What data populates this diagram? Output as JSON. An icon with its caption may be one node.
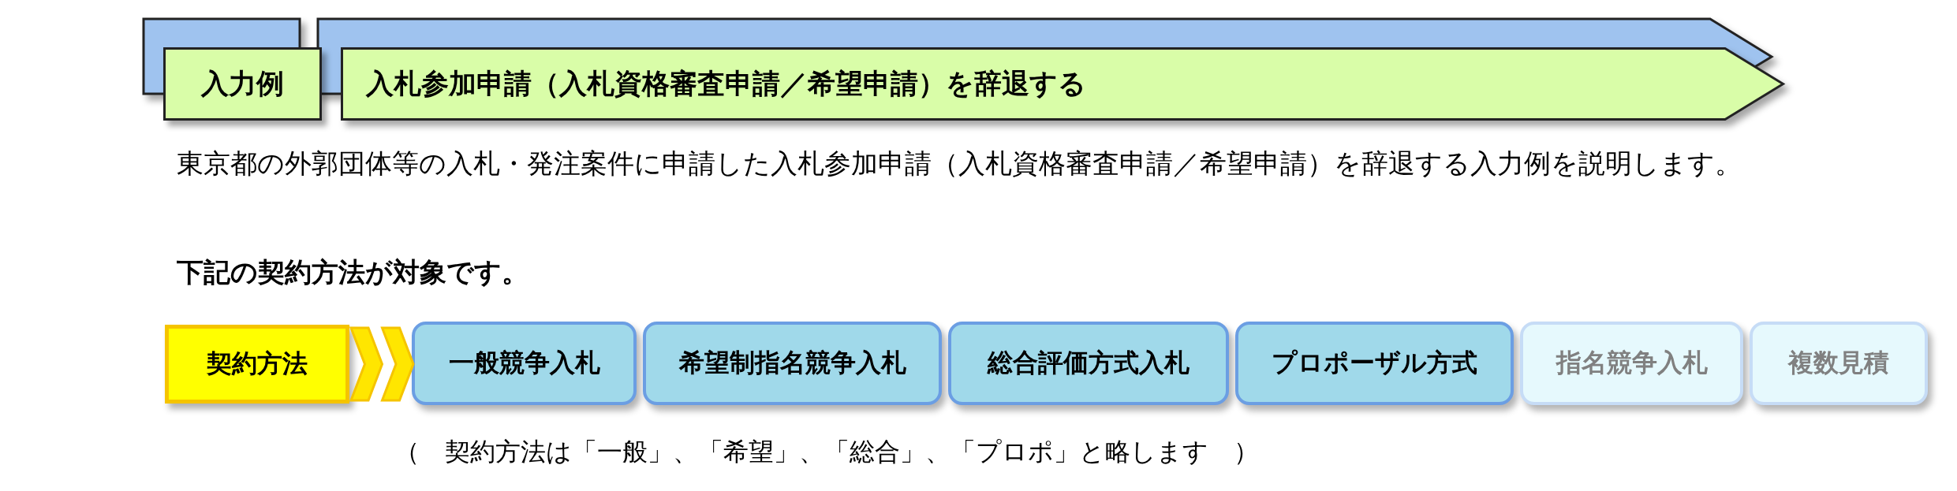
{
  "diagram": {
    "nodes": [
      {
        "text": [
          "入力例"
        ]
      },
      {
        "text": [
          "入札参加申請（入札資格審査申請／希望申請）を辞退する"
        ]
      },
      {
        "text": [
          "契約方法"
        ]
      },
      {
        "text": [
          "一般競争入札"
        ]
      },
      {
        "text": [
          "希望制指名競争入札"
        ]
      },
      {
        "text": [
          "総合評価方式入札"
        ]
      },
      {
        "text": [
          "プロポーザル方式"
        ]
      },
      {
        "text": [
          "指名競争入札"
        ]
      },
      {
        "text": [
          "複数見積"
        ]
      }
    ],
    "edges": [
      {
        "from": 2,
        "to": 3,
        "arrow": "to"
      }
    ],
    "labels": [
      "東京都の外郭団体等の入札・発注案件に申請した入札参加申請（入札資格審査申請／希望申請）を辞退する入力例を説明します。",
      "下記の契約方法が対象です。",
      "（　契約方法は「一般」、「希望」、「総合」、「プロポ」と略します　）"
    ]
  }
}
